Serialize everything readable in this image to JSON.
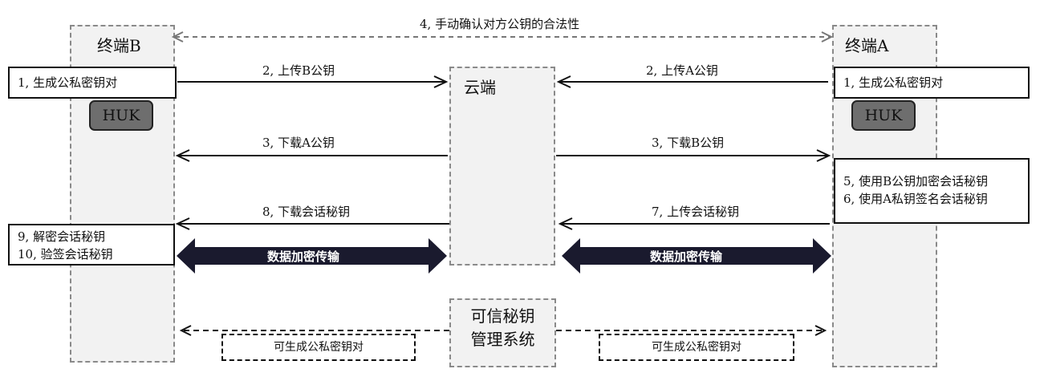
{
  "terminal_b": {
    "title": "终端B",
    "step1": "1, 生成公私密钥对",
    "huk": "HUK",
    "step9": "9, 解密会话秘钥",
    "step10": "10, 验签会话秘钥"
  },
  "terminal_a": {
    "title": "终端A",
    "step1": "1, 生成公私密钥对",
    "huk": "HUK",
    "step5": "5, 使用B公钥加密会话秘钥",
    "step6": "6, 使用A私钥签名会话秘钥"
  },
  "cloud": {
    "title": "云端"
  },
  "kms": {
    "line1": "可信秘钥",
    "line2": "管理系统"
  },
  "arrows": {
    "top_confirm": "4, 手动确认对方公钥的合法性",
    "upload_b": "2, 上传B公钥",
    "upload_a": "2, 上传A公钥",
    "download_a": "3, 下载A公钥",
    "download_b": "3, 下载B公钥",
    "download_session": "8, 下载会话秘钥",
    "upload_session": "7, 上传会话秘钥",
    "encrypted_left": "数据加密传输",
    "encrypted_right": "数据加密传输",
    "kms_left": "可生成公私密钥对",
    "kms_right": "可生成公私密钥对"
  },
  "colors": {
    "thick_arrow": "#1a1a2e",
    "panel": "#f2f2f2",
    "huk": "#6e6e6e"
  }
}
